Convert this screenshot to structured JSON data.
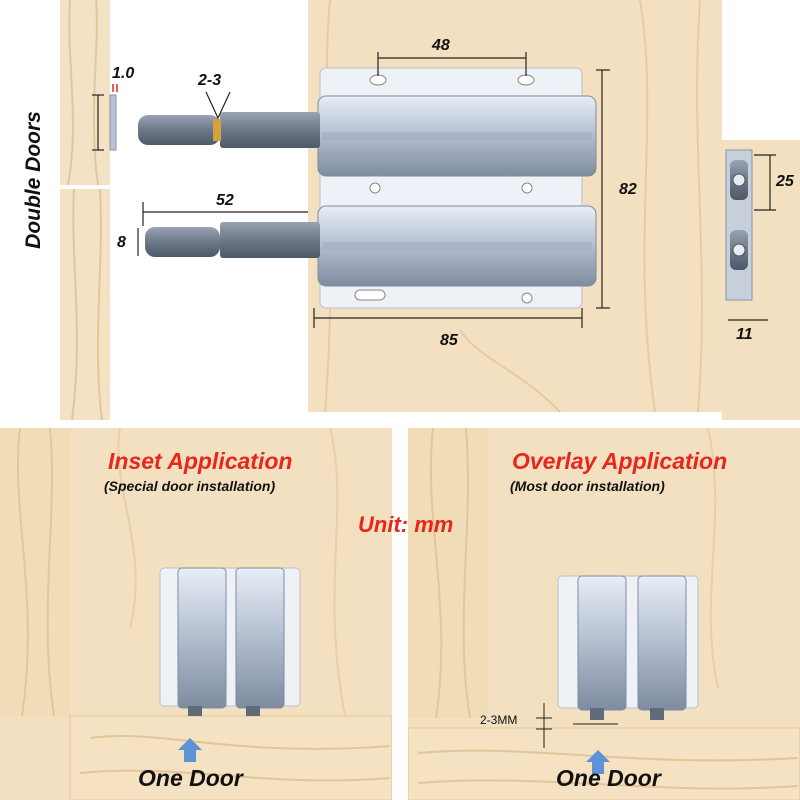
{
  "top_panel": {
    "side_label": "Double Doors",
    "dimensions": {
      "gap": "1.0",
      "protrusion": "2-3",
      "hole_spacing": "48",
      "plunger_length": "52",
      "plunger_diameter": "8",
      "height": "82",
      "width": "85",
      "side_pair_spacing": "25",
      "side_depth": "11"
    }
  },
  "unit_label": "Unit: mm",
  "inset_panel": {
    "title": "Inset Application",
    "subtitle": "(Special door installation)",
    "door_label": "One Door"
  },
  "overlay_panel": {
    "title": "Overlay Application",
    "subtitle": "(Most door installation)",
    "gap_label": "2-3MM",
    "door_label": "One Door"
  },
  "colors": {
    "wood": "#f3dfbf",
    "wood_dark": "#e6caa0",
    "metal": "#c9d2e0",
    "plunger": "#6f7c8c",
    "accent_red": "#e8261c",
    "arrow_blue": "#5b93d6"
  }
}
